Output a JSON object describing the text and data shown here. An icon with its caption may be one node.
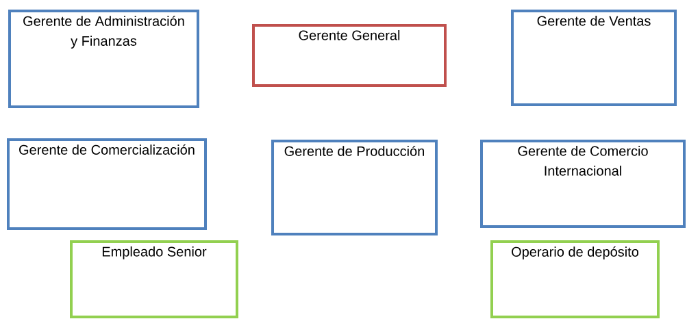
{
  "diagram": {
    "nodes": [
      {
        "text": [
          "Gerente de Administración y Finanzas"
        ]
      },
      {
        "text": [
          "Gerente General"
        ]
      },
      {
        "text": [
          "Gerente de Ventas"
        ]
      },
      {
        "text": [
          "Gerente de Comercialización"
        ]
      },
      {
        "text": [
          "Gerente de Producción"
        ]
      },
      {
        "text": [
          "Gerente de Comercio Internacional"
        ]
      },
      {
        "text": [
          "Empleado Senior"
        ]
      },
      {
        "text": [
          "Operario de depósito"
        ]
      }
    ]
  }
}
